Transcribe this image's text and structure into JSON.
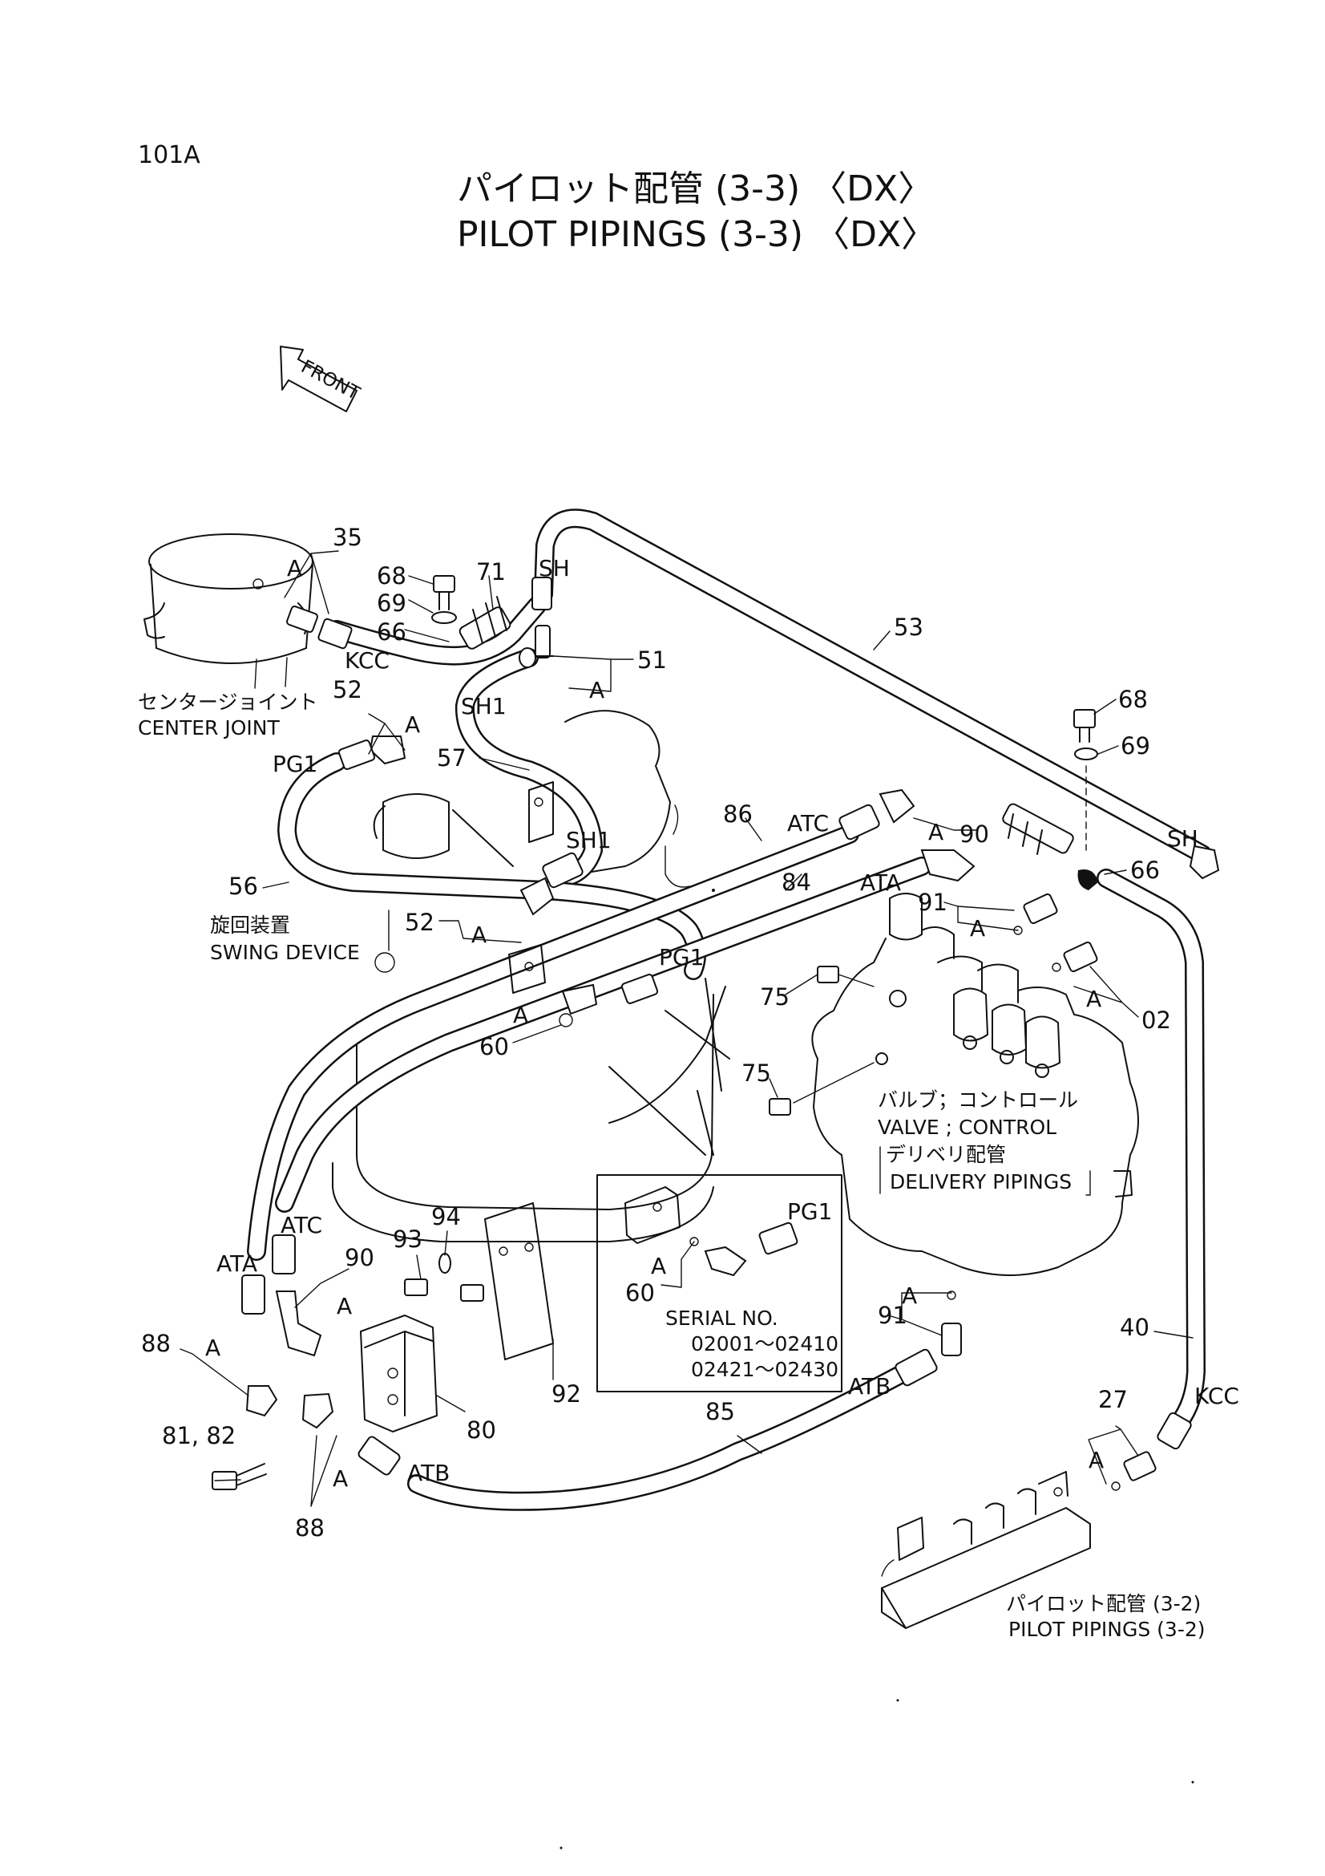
{
  "page_number": "101A",
  "title_jp": "パイロット配管 (3-3) 〈DX〉",
  "title_en": "PILOT PIPINGS (3-3) 〈DX〉",
  "front_label": "FRONT",
  "captions": {
    "center_joint_jp": "センタージョイント",
    "center_joint_en": "CENTER JOINT",
    "swing_device_jp": "旋回装置",
    "swing_device_en": "SWING DEVICE",
    "valve_control_jp": "バルブ；コントロール",
    "valve_control_en": "VALVE ; CONTROL",
    "delivery_pipings_jp": "デリベリ配管",
    "delivery_pipings_en": "DELIVERY PIPINGS",
    "pilot_pipings_32_jp": "パイロット配管 (3-2)",
    "pilot_pipings_32_en": "PILOT PIPINGS (3-2)"
  },
  "serial": {
    "label": "SERIAL NO.",
    "range_1": "02001～02410",
    "range_2": "02421～02430"
  },
  "port_tags": {
    "kcc_top": "KCC",
    "sh_top": "SH",
    "sh1_top": "SH1",
    "pg1_left": "PG1",
    "sh1_mid": "SH1",
    "atc_top": "ATC",
    "ata_top": "ATA",
    "sh_right": "SH",
    "pg1_mid": "PG1",
    "atc_bottom": "ATC",
    "ata_bottom": "ATA",
    "atb_right": "ATB",
    "atb_bottom": "ATB",
    "kcc_right": "KCC",
    "pg1_inset": "PG1"
  },
  "a_marks": {
    "a35": "A",
    "a51": "A",
    "a52t": "A",
    "a52b": "A",
    "a90t": "A",
    "a91t": "A",
    "a02": "A",
    "a60": "A",
    "a60i": "A",
    "a90b": "A",
    "a88t": "A",
    "a88b": "A",
    "a91b": "A",
    "a27": "A"
  },
  "part_numbers": {
    "n35": "35",
    "n68a": "68",
    "n69a": "69",
    "n71": "71",
    "n66a": "66",
    "n51": "51",
    "n53": "53",
    "n52a": "52",
    "n57": "57",
    "n68b": "68",
    "n69b": "69",
    "n86": "86",
    "n90a": "90",
    "n66b": "66",
    "n56": "56",
    "n84": "84",
    "n52b": "52",
    "n91a": "91",
    "n02": "02",
    "n75a": "75",
    "n60a": "60",
    "n75b": "75",
    "n93": "93",
    "n94": "94",
    "n90b": "90",
    "n60b": "60",
    "n88a": "88",
    "n91b": "91",
    "n40": "40",
    "n92": "92",
    "n80": "80",
    "n85": "85",
    "n27": "27",
    "n8182": "81, 82",
    "n88b": "88"
  }
}
